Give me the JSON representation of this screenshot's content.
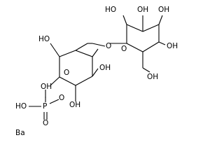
{
  "molecule": {
    "labels": {
      "oh_top_left": "HO",
      "oh_top_mid": "OH",
      "oh_top_right": "OH",
      "oh_right": "OH",
      "oh_ch2_left": "HO",
      "o_glycosidic": "O",
      "oh_center": "OH",
      "o_ring_left": "O",
      "o_ring_right": "O",
      "oh_ch2_right": "OH",
      "oh_phosphate": "OH",
      "ho_phosphate": "HO",
      "p_atom": "P",
      "o_phosphoester": "O",
      "oh_bottom": "OH",
      "o_double": "O",
      "ba_atom": "Ba"
    }
  }
}
